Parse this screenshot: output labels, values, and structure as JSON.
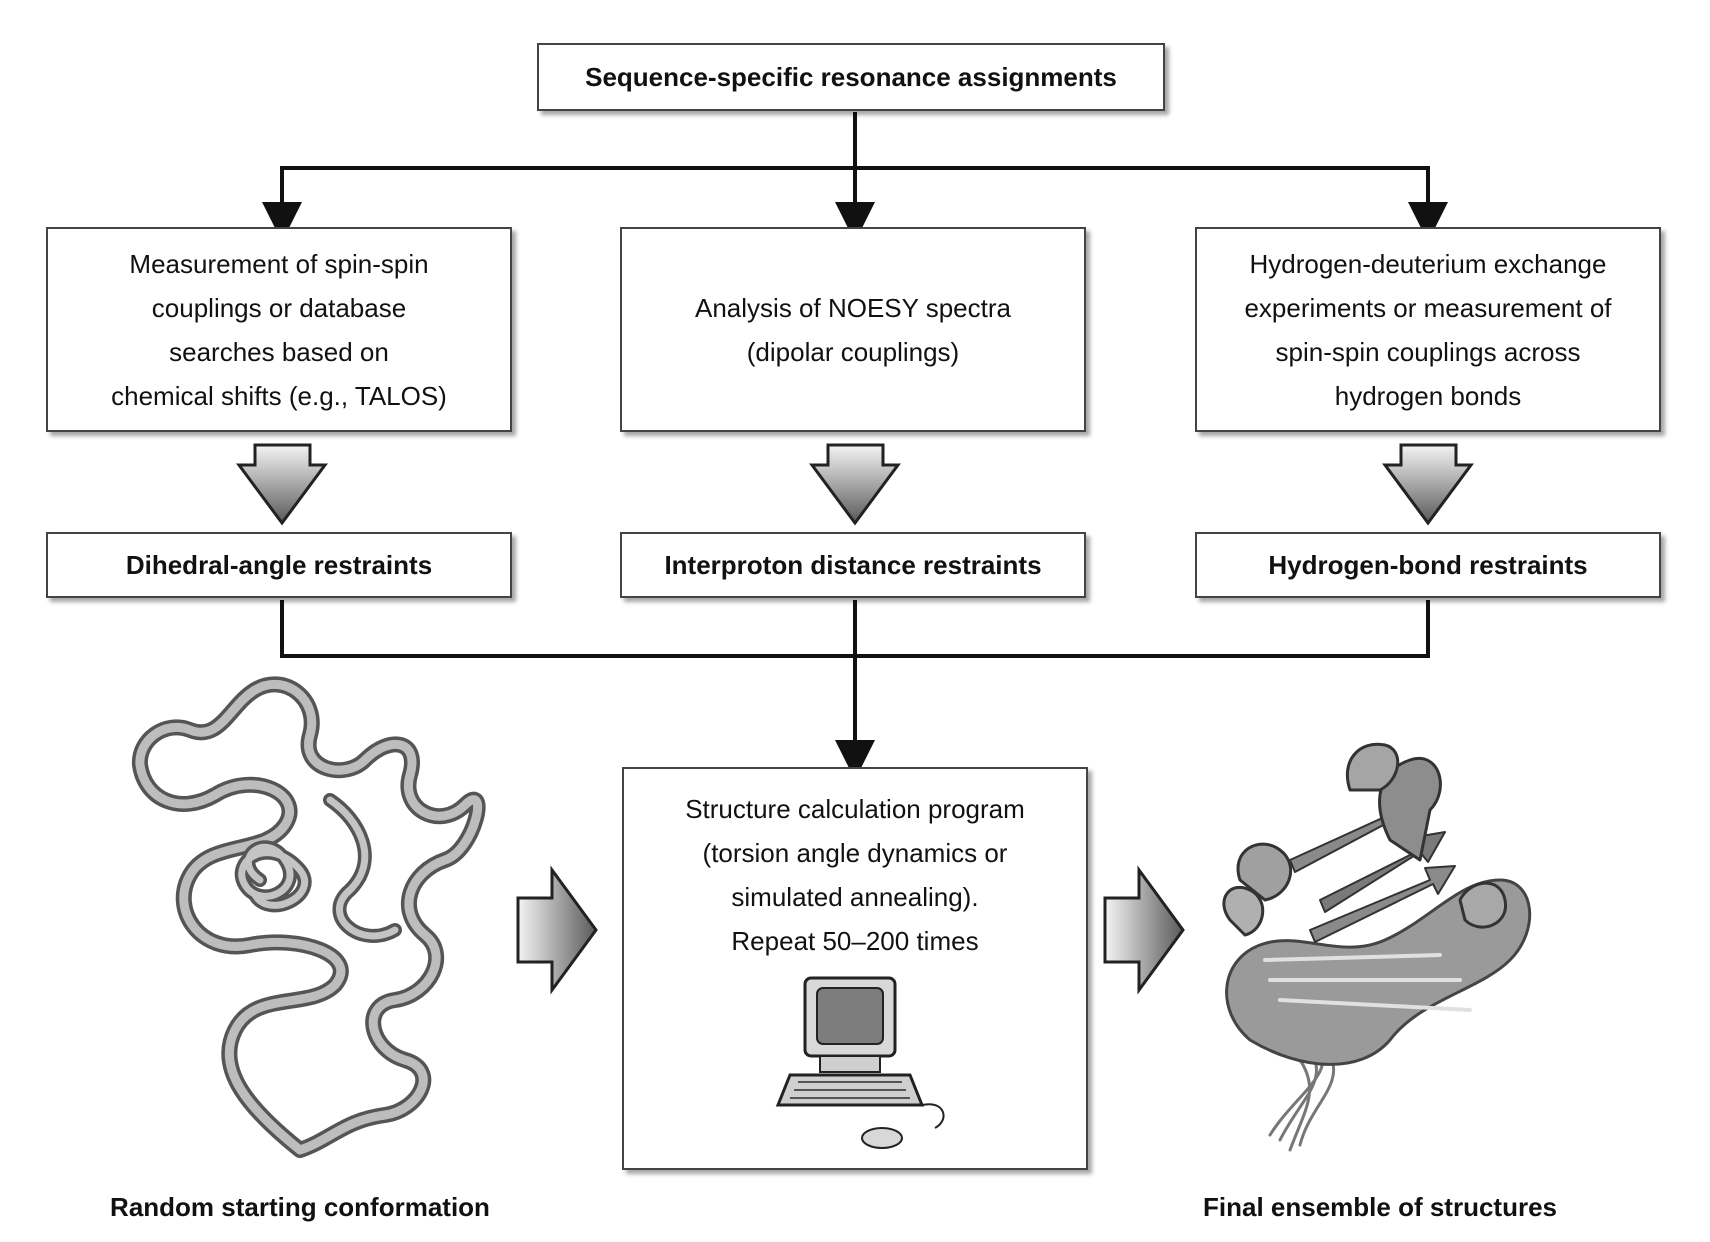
{
  "top": {
    "label": "Sequence-specific resonance assignments"
  },
  "methods": [
    {
      "label": "Measurement of spin-spin\ncouplings or database\nsearches based on\nchemical shifts (e.g., TALOS)"
    },
    {
      "label": "Analysis of NOESY spectra\n(dipolar couplings)"
    },
    {
      "label": "Hydrogen-deuterium exchange\nexperiments or measurement of\nspin-spin couplings across\nhydrogen bonds"
    }
  ],
  "restraints": [
    {
      "label": "Dihedral-angle restraints"
    },
    {
      "label": "Interproton distance restraints"
    },
    {
      "label": "Hydrogen-bond restraints"
    }
  ],
  "calculation": {
    "label": "Structure calculation program\n(torsion angle dynamics or\nsimulated annealing).\nRepeat 50–200 times"
  },
  "captions": {
    "start": "Random starting conformation",
    "final": "Final ensemble of structures"
  }
}
